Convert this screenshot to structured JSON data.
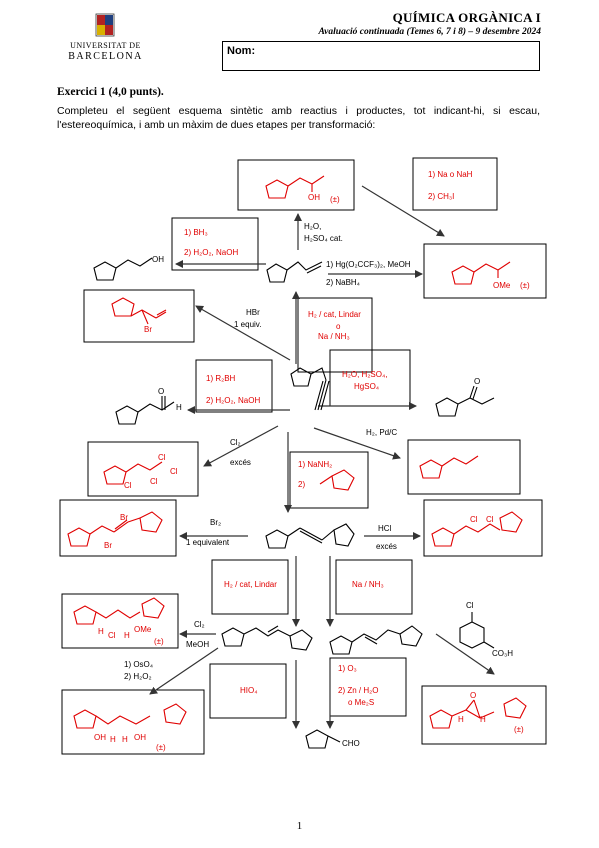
{
  "header": {
    "university_line1": "UNIVERSITAT DE",
    "university_line2": "BARCELONA",
    "course_title": "QUÍMICA ORGÀNICA I",
    "exam_subtitle": "Avaluació continuada (Temes 6, 7 i 8) – 9 desembre 2024",
    "name_label": "Nom:"
  },
  "exercise": {
    "title": "Exercici 1 (4,0 punts).",
    "instructions": "Completeu el següent esquema sintètic amb reactius i productes, tot indicant-hi, si escau, l'estereoquímica, i amb un màxim de dues etapes per transformació:"
  },
  "scheme": {
    "racemic": "(±)",
    "oh": "OH",
    "ome": "OMe",
    "br": "Br",
    "cl": "Cl",
    "h": "H",
    "o": "O",
    "cho": "CHO",
    "co3h": "CO₃H",
    "ab_oh": "OH",
    "r1": "1) Na o NaH",
    "r2": "2) CH₃I",
    "r3": "1) BH₃",
    "r4": "2) H₂O₂, NaOH",
    "r5": "H₂O,",
    "r6": "H₂SO₄ cat.",
    "r7": "1) Hg(O₂CCF₃)₂, MeOH",
    "r8": "2) NaBH₄",
    "r9": "HBr",
    "r10": "1 equiv.",
    "r11": "H₂ / cat, Lindar",
    "r12": "o",
    "r13": "Na / NH₃",
    "r14": "1) R₂BH",
    "r15": "2) H₂O₂, NaOH",
    "r16": "H₂O, H₂SO₄,",
    "r17": "HgSO₄",
    "r18": "Cl₂",
    "r19": "excés",
    "r20": "H₂, Pd/C",
    "r21": "1) NaNH₂",
    "r22": "2)",
    "r23": "Br₂",
    "r24": "1 equivalent",
    "r25": "HCl",
    "r26": "excés",
    "r27": "H₂ / cat, Lindar",
    "r28": "Na / NH₃",
    "r29": "Cl₂",
    "r30": "MeOH",
    "r31": "1) OsO₄",
    "r32": "2) H₂O₂",
    "r33": "HIO₄",
    "r34": "1) O₃",
    "r35": "2) Zn / H₂O",
    "r36": "o Me₂S"
  },
  "footer": {
    "page_number": "1"
  },
  "colors": {
    "answer_red": "#e00000",
    "ink": "#000000"
  }
}
